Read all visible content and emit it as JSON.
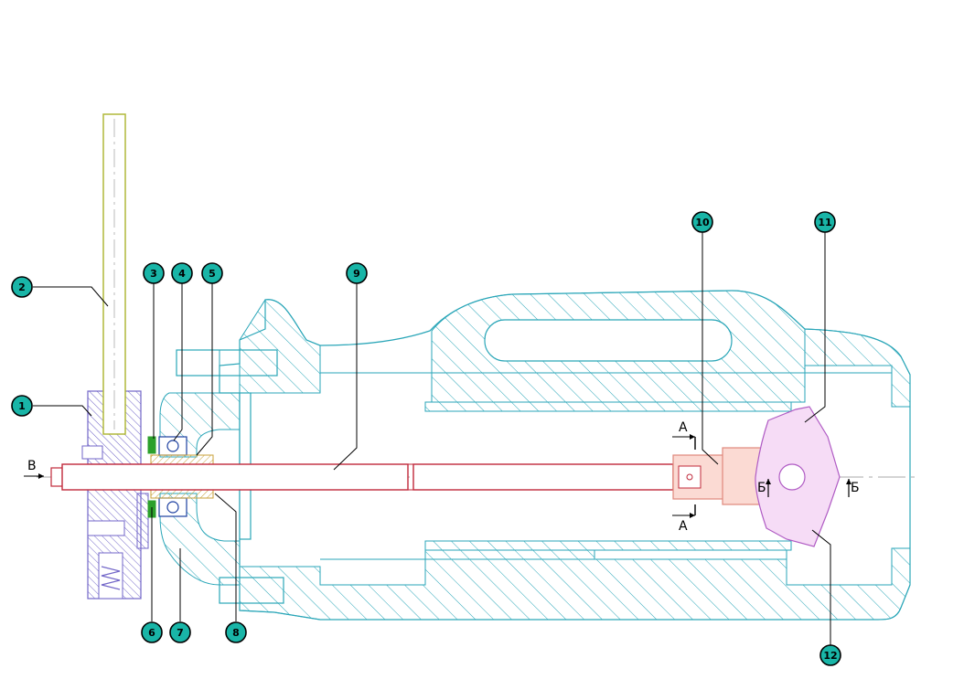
{
  "colors": {
    "housing": "#2aa6b8",
    "rod": "#c0283a",
    "rod_fill": "#ffffff",
    "head_fill": "#fbdad3",
    "head_stroke": "#e0887c",
    "lever_fill": "#f6dcf6",
    "lever_stroke": "#b05cc4",
    "flange": "#7266c8",
    "flange_fill": "#c9c3ee",
    "handle": "#b0b83a",
    "callout_fill": "#19b5a7",
    "leader": "#000000",
    "bearing": "#1b3fa0",
    "seal": "#2ca02c",
    "bushing": "#c8a23a"
  },
  "callouts": [
    {
      "id": "callout-1",
      "label": "1"
    },
    {
      "id": "callout-2",
      "label": "2"
    },
    {
      "id": "callout-3",
      "label": "3"
    },
    {
      "id": "callout-4",
      "label": "4"
    },
    {
      "id": "callout-5",
      "label": "5"
    },
    {
      "id": "callout-6",
      "label": "6"
    },
    {
      "id": "callout-7",
      "label": "7"
    },
    {
      "id": "callout-8",
      "label": "8"
    },
    {
      "id": "callout-9",
      "label": "9"
    },
    {
      "id": "callout-10",
      "label": "10"
    },
    {
      "id": "callout-11",
      "label": "11"
    },
    {
      "id": "callout-12",
      "label": "12"
    }
  ],
  "view_labels": {
    "view_b": "В",
    "section_a_top": "А",
    "section_a_bottom": "А",
    "section_b_left": "Б",
    "section_b_right": "Б"
  }
}
